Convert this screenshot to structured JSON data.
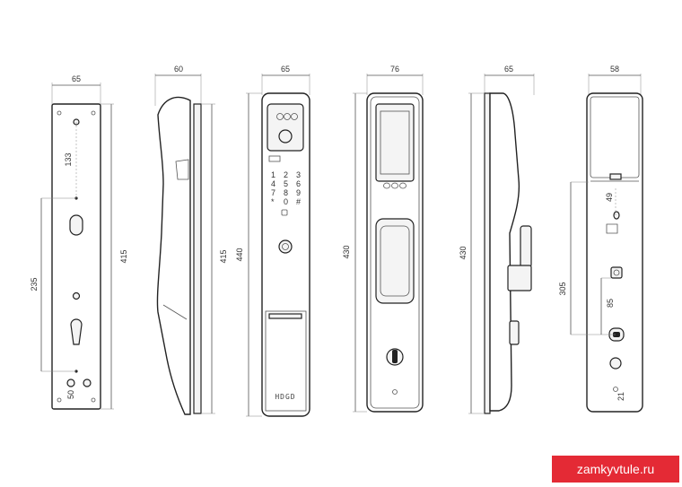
{
  "views": [
    {
      "name": "back-plate",
      "width_label": "65",
      "height_label": "415",
      "dims": [
        "133",
        "235",
        "50"
      ]
    },
    {
      "name": "side-left",
      "width_label": "60",
      "height_label": "415"
    },
    {
      "name": "front-keypad",
      "width_label": "65",
      "height_label": "440",
      "keypad_keys": [
        "1",
        "2",
        "3",
        "4",
        "5",
        "6",
        "7",
        "8",
        "9",
        "*",
        "0",
        "#"
      ],
      "brand": "HDGD"
    },
    {
      "name": "front-screen",
      "width_label": "76",
      "height_label": "430"
    },
    {
      "name": "side-right",
      "width_label": "65",
      "height_label": "430"
    },
    {
      "name": "back-body",
      "width_label": "58",
      "dims": [
        "49",
        "305",
        "85",
        "21"
      ]
    }
  ],
  "watermark": "zamkyvtule.ru",
  "colors": {
    "line": "#222222",
    "dimension": "#555555",
    "watermark_bg": "#e42a35"
  }
}
